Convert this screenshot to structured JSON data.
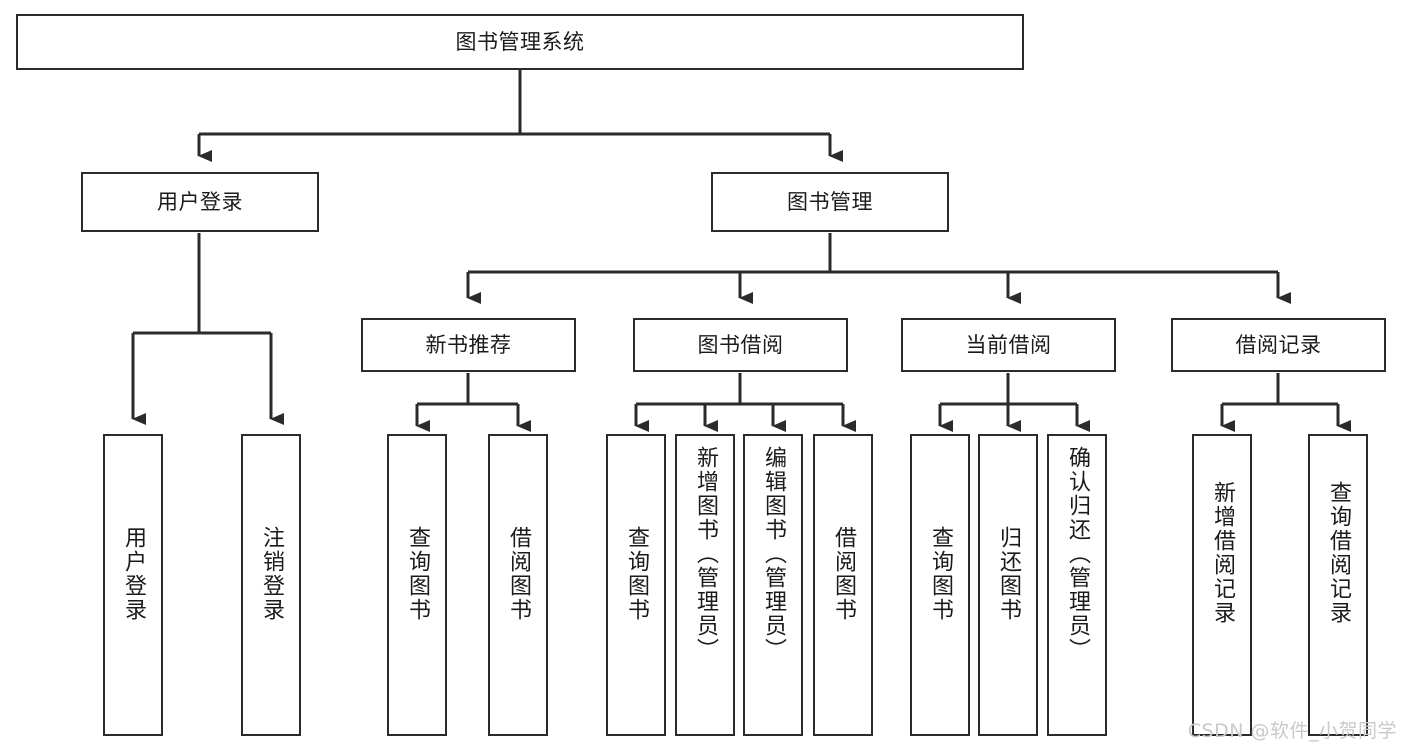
{
  "diagram": {
    "type": "tree-hierarchy",
    "title": "图书管理系统",
    "background_color": "#ffffff",
    "line_color": "#2b2b2b",
    "text_color": "#1b1b1b",
    "root": {
      "label": "图书管理系统"
    },
    "level2": [
      {
        "label": "用户登录"
      },
      {
        "label": "图书管理"
      }
    ],
    "level3": [
      {
        "label": "新书推荐"
      },
      {
        "label": "图书借阅"
      },
      {
        "label": "当前借阅"
      },
      {
        "label": "借阅记录"
      }
    ],
    "leaves": {
      "user_login": [
        {
          "label": "用户登录"
        },
        {
          "label": "注销登录"
        }
      ],
      "new_book_recommend": [
        {
          "label": "查询图书"
        },
        {
          "label": "借阅图书"
        }
      ],
      "book_borrow": [
        {
          "label": "查询图书"
        },
        {
          "label": "新增图书（管理员）"
        },
        {
          "label": "编辑图书（管理员）"
        },
        {
          "label": "借阅图书"
        }
      ],
      "current_borrow": [
        {
          "label": "查询图书"
        },
        {
          "label": "归还图书"
        },
        {
          "label": "确认归还（管理员）"
        }
      ],
      "borrow_record": [
        {
          "label": "新增借阅记录"
        },
        {
          "label": "查询借阅记录"
        }
      ]
    }
  },
  "watermark": {
    "text": "CSDN @软件_小贺同学",
    "color": "#c9c9c9"
  }
}
